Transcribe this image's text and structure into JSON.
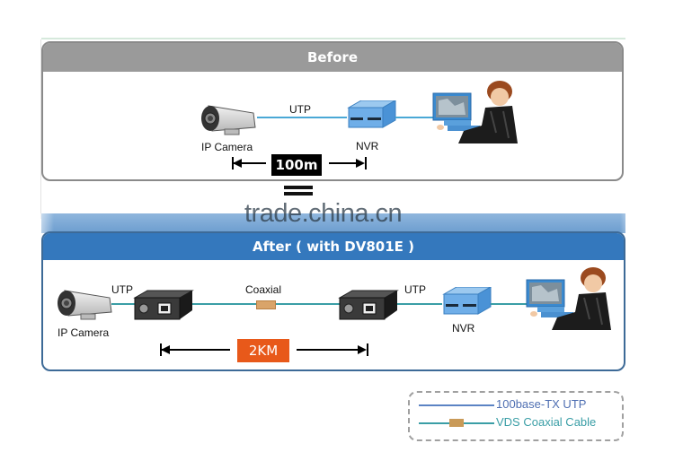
{
  "before": {
    "title": "Before",
    "camera_label": "IP Camera",
    "cable_label": "UTP",
    "nvr_label": "NVR",
    "distance": "100m"
  },
  "watermark": "trade.china.cn",
  "after": {
    "title": "After ( with DV801E )",
    "camera_label": "IP Camera",
    "utp_label_1": "UTP",
    "coax_label": "Coaxial",
    "utp_label_2": "UTP",
    "nvr_label": "NVR",
    "distance": "2KM"
  },
  "legend": {
    "items": [
      {
        "label": "100base-TX UTP",
        "color": "#5b83c4"
      },
      {
        "label": "VDS Coaxial Cable",
        "color": "#3a9ea6"
      }
    ]
  },
  "colors": {
    "before_header": "#9a9a9a",
    "after_header": "#3478bd",
    "distance_after": "#e8591a"
  }
}
